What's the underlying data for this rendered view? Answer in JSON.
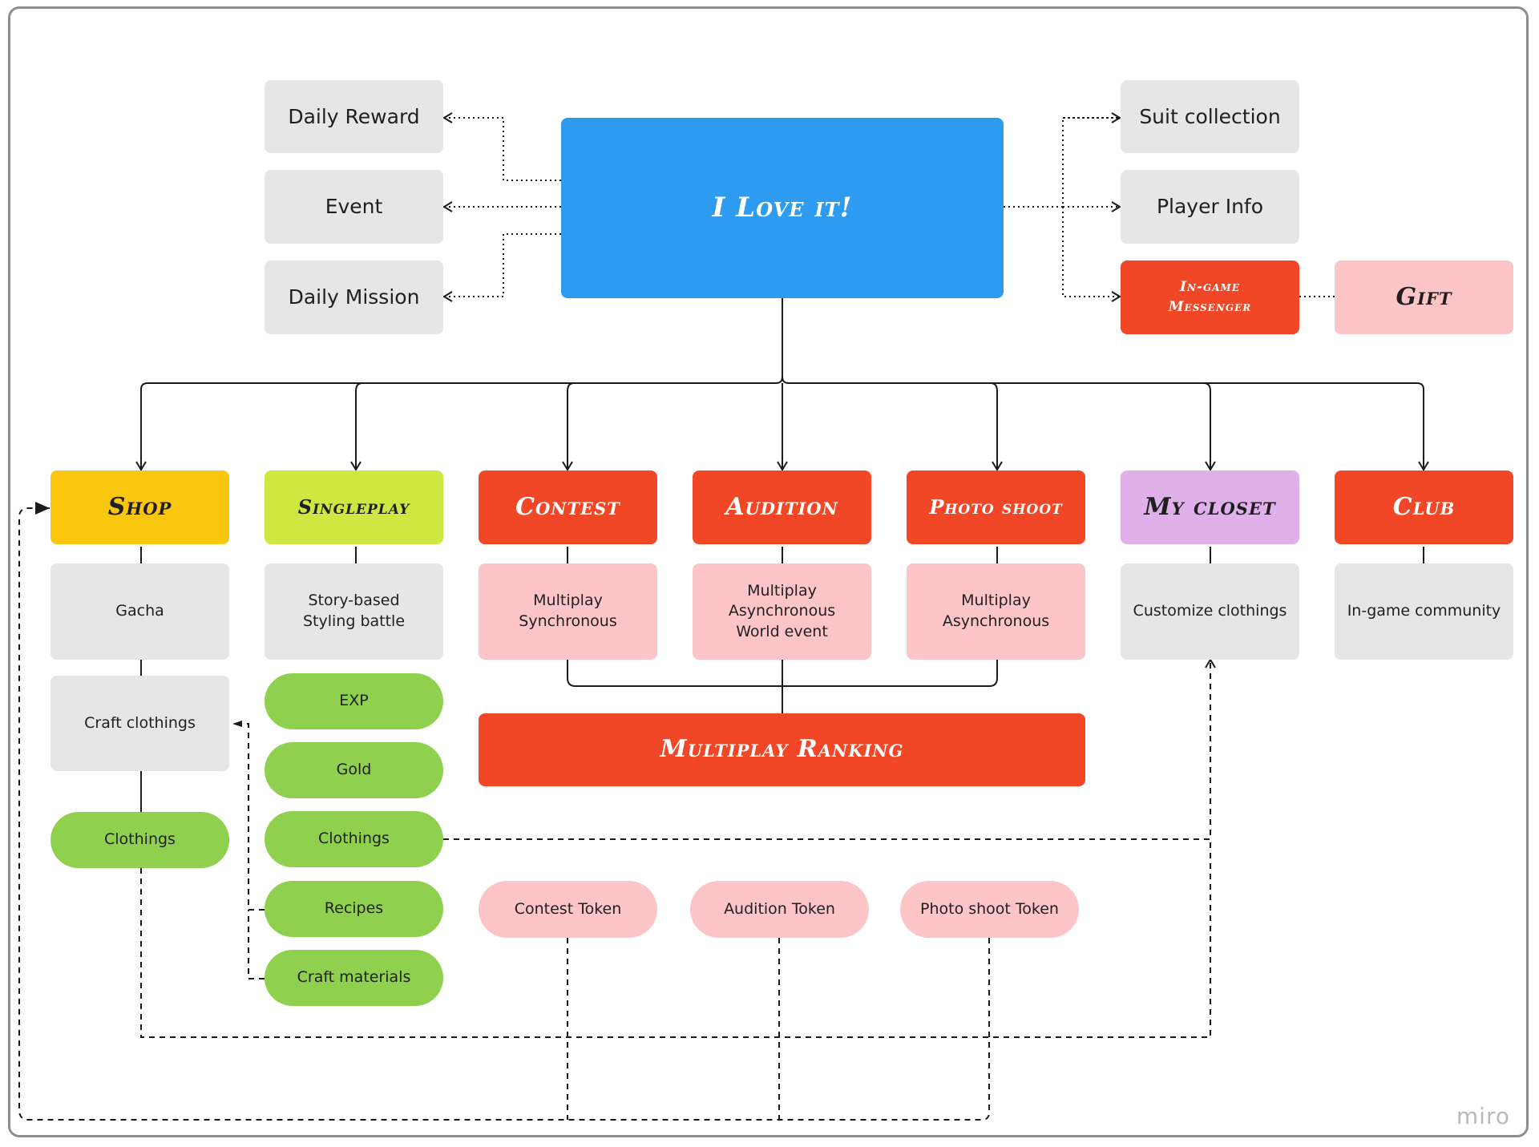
{
  "center": {
    "label": "I Love it!",
    "color": "#2d9bf0"
  },
  "left_items": [
    "Daily Reward",
    "Event",
    "Daily Mission"
  ],
  "right_items": [
    "Suit collection",
    "Player Info"
  ],
  "messenger": {
    "label": "In-game\nMessenger",
    "color": "#f24726"
  },
  "gift": {
    "label": "Gift",
    "color": "#fdc5c7"
  },
  "categories": [
    {
      "label": "Shop",
      "color": "#fac710"
    },
    {
      "label": "Singleplay",
      "color": "#cee741"
    },
    {
      "label": "Contest",
      "color": "#f24726"
    },
    {
      "label": "Audition",
      "color": "#f24726"
    },
    {
      "label": "Photo shoot",
      "color": "#f24726"
    },
    {
      "label": "My closet",
      "color": "#e0b0eb"
    },
    {
      "label": "Club",
      "color": "#f24726"
    }
  ],
  "details": [
    "Gacha",
    "Story-based\nStyling battle",
    "Multiplay\nSynchronous",
    "Multiplay\nAsynchronous\nWorld event",
    "Multiplay\nAsynchronous",
    "Customize clothings",
    "In-game community"
  ],
  "shop_chain": [
    "Craft clothings",
    "Clothings"
  ],
  "rewards": [
    "EXP",
    "Gold",
    "Clothings",
    "Recipes",
    "Craft materials"
  ],
  "ranking": {
    "label": "Multiplay Ranking",
    "color": "#f24726"
  },
  "tokens": [
    "Contest Token",
    "Audition Token",
    "Photo shoot Token"
  ],
  "watermark": "miro"
}
